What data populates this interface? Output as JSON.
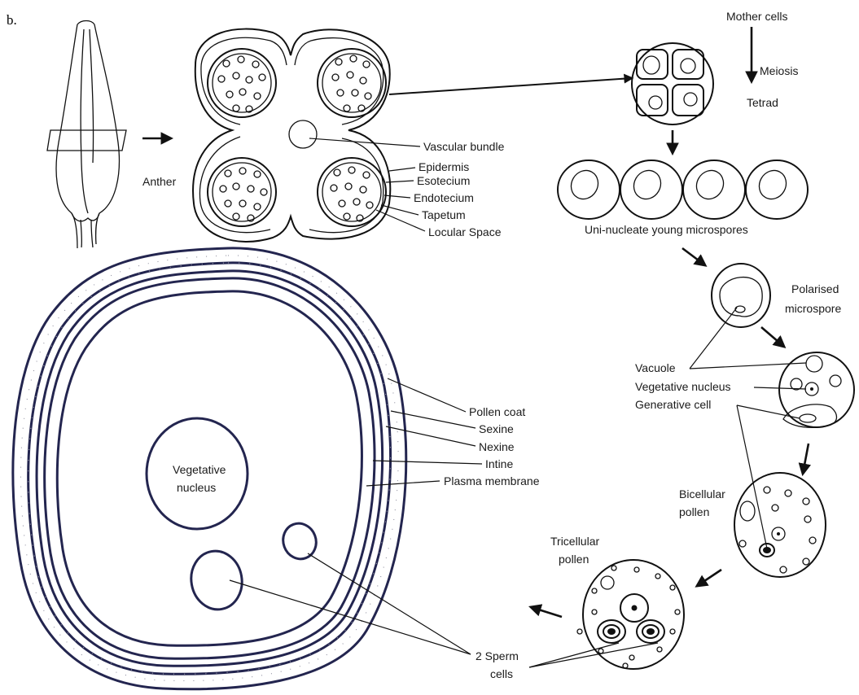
{
  "panel_label": "b.",
  "labels": {
    "anther": "Anther",
    "mother_cells": "Mother cells",
    "meiosis": "Meiosis",
    "tetrad": "Tetrad",
    "vascular_bundle": "Vascular bundle",
    "epidermis": "Epidermis",
    "esotecium": "Esotecium",
    "endotecium": "Endotecium",
    "tapetum": "Tapetum",
    "locular_space": "Locular Space",
    "uninucleate": "Uni-nucleate young microspores",
    "polarised_1": "Polarised",
    "polarised_2": "microspore",
    "vacuole": "Vacuole",
    "vegetative_nucleus": "Vegetative nucleus",
    "generative_cell": "Generative cell",
    "bicellular_1": "Bicellular",
    "bicellular_2": "pollen",
    "tricellular_1": "Tricellular",
    "tricellular_2": "pollen",
    "pollen_coat": "Pollen coat",
    "sexine": "Sexine",
    "nexine": "Nexine",
    "intine": "Intine",
    "plasma_membrane": "Plasma membrane",
    "veg_nucleus_1": "Vegetative",
    "veg_nucleus_2": "nucleus",
    "sperm_1": "2 Sperm",
    "sperm_2": "cells"
  },
  "colors": {
    "ink": "#111111",
    "pollen_wall": "#23254f"
  }
}
